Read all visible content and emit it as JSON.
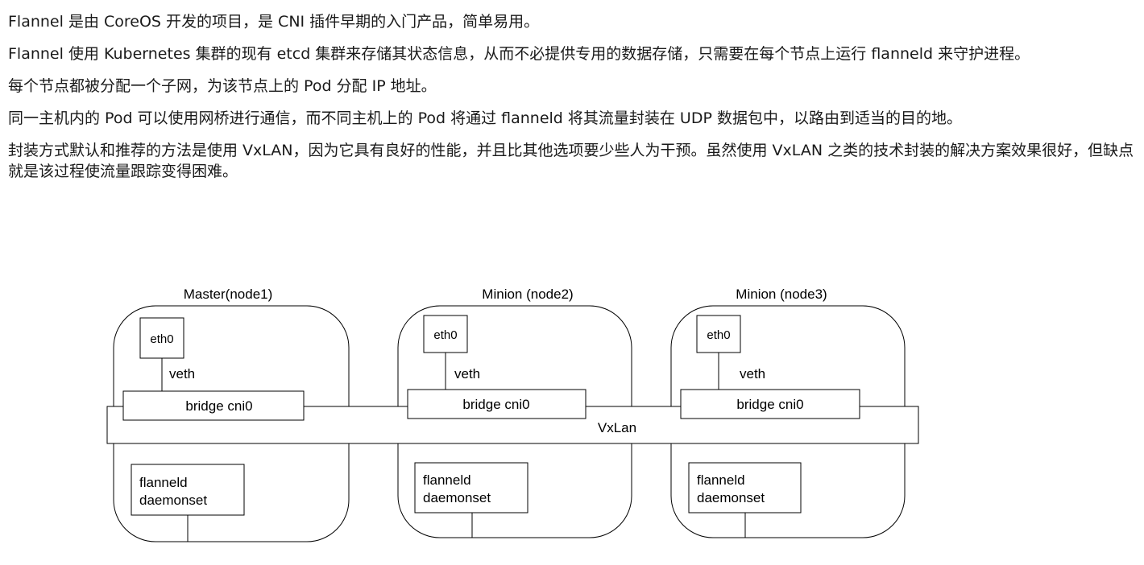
{
  "paragraphs": [
    "Flannel 是由 CoreOS 开发的项目，是 CNI 插件早期的入门产品，简单易用。",
    "Flannel 使用 Kubernetes 集群的现有 etcd 集群来存储其状态信息，从而不必提供专用的数据存储，只需要在每个节点上运行 flanneld 来守护进程。",
    "每个节点都被分配一个子网，为该节点上的 Pod 分配 IP 地址。",
    "同一主机内的 Pod 可以使用网桥进行通信，而不同主机上的 Pod 将通过 flanneld 将其流量封装在 UDP 数据包中，以路由到适当的目的地。",
    "封装方式默认和推荐的方法是使用 VxLAN，因为它具有良好的性能，并且比其他选项要少些人为干预。虽然使用 VxLAN 之类的技术封装的解决方案效果很好，但缺点就是该过程使流量跟踪变得困难。"
  ],
  "diagram": {
    "overlay_label": "VxLan",
    "nodes": [
      {
        "title": "Master(node1)",
        "nic": "eth0",
        "link": "veth",
        "bridge": "bridge cni0",
        "daemon_line1": "flanneld",
        "daemon_line2": "daemonset"
      },
      {
        "title": "Minion (node2)",
        "nic": "eth0",
        "link": "veth",
        "bridge": "bridge cni0",
        "daemon_line1": "flanneld",
        "daemon_line2": "daemonset"
      },
      {
        "title": "Minion (node3)",
        "nic": "eth0",
        "link": "veth",
        "bridge": "bridge cni0",
        "daemon_line1": "flanneld",
        "daemon_line2": "daemonset"
      }
    ]
  }
}
